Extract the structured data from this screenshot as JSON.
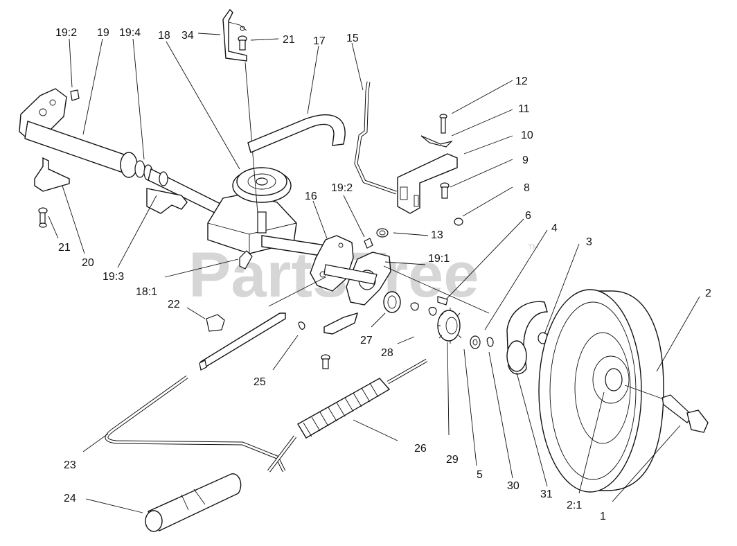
{
  "watermark": "PartsTree",
  "trademark": "TM",
  "labels": {
    "l_19_2_top": "19:2",
    "l_19": "19",
    "l_19_4": "19:4",
    "l_18": "18",
    "l_34": "34",
    "l_21_top": "21",
    "l_17": "17",
    "l_15": "15",
    "l_12": "12",
    "l_11": "11",
    "l_10": "10",
    "l_9": "9",
    "l_8": "8",
    "l_6": "6",
    "l_4": "4",
    "l_3": "3",
    "l_2": "2",
    "l_13": "13",
    "l_16": "16",
    "l_19_2_mid": "19:2",
    "l_19_1": "19:1",
    "l_21_left": "21",
    "l_20": "20",
    "l_19_3": "19:3",
    "l_18_1": "18:1",
    "l_22": "22",
    "l_27": "27",
    "l_28": "28",
    "l_25": "25",
    "l_26": "26",
    "l_29": "29",
    "l_5": "5",
    "l_30": "30",
    "l_31": "31",
    "l_2_1": "2:1",
    "l_1": "1",
    "l_23": "23",
    "l_24": "24"
  }
}
